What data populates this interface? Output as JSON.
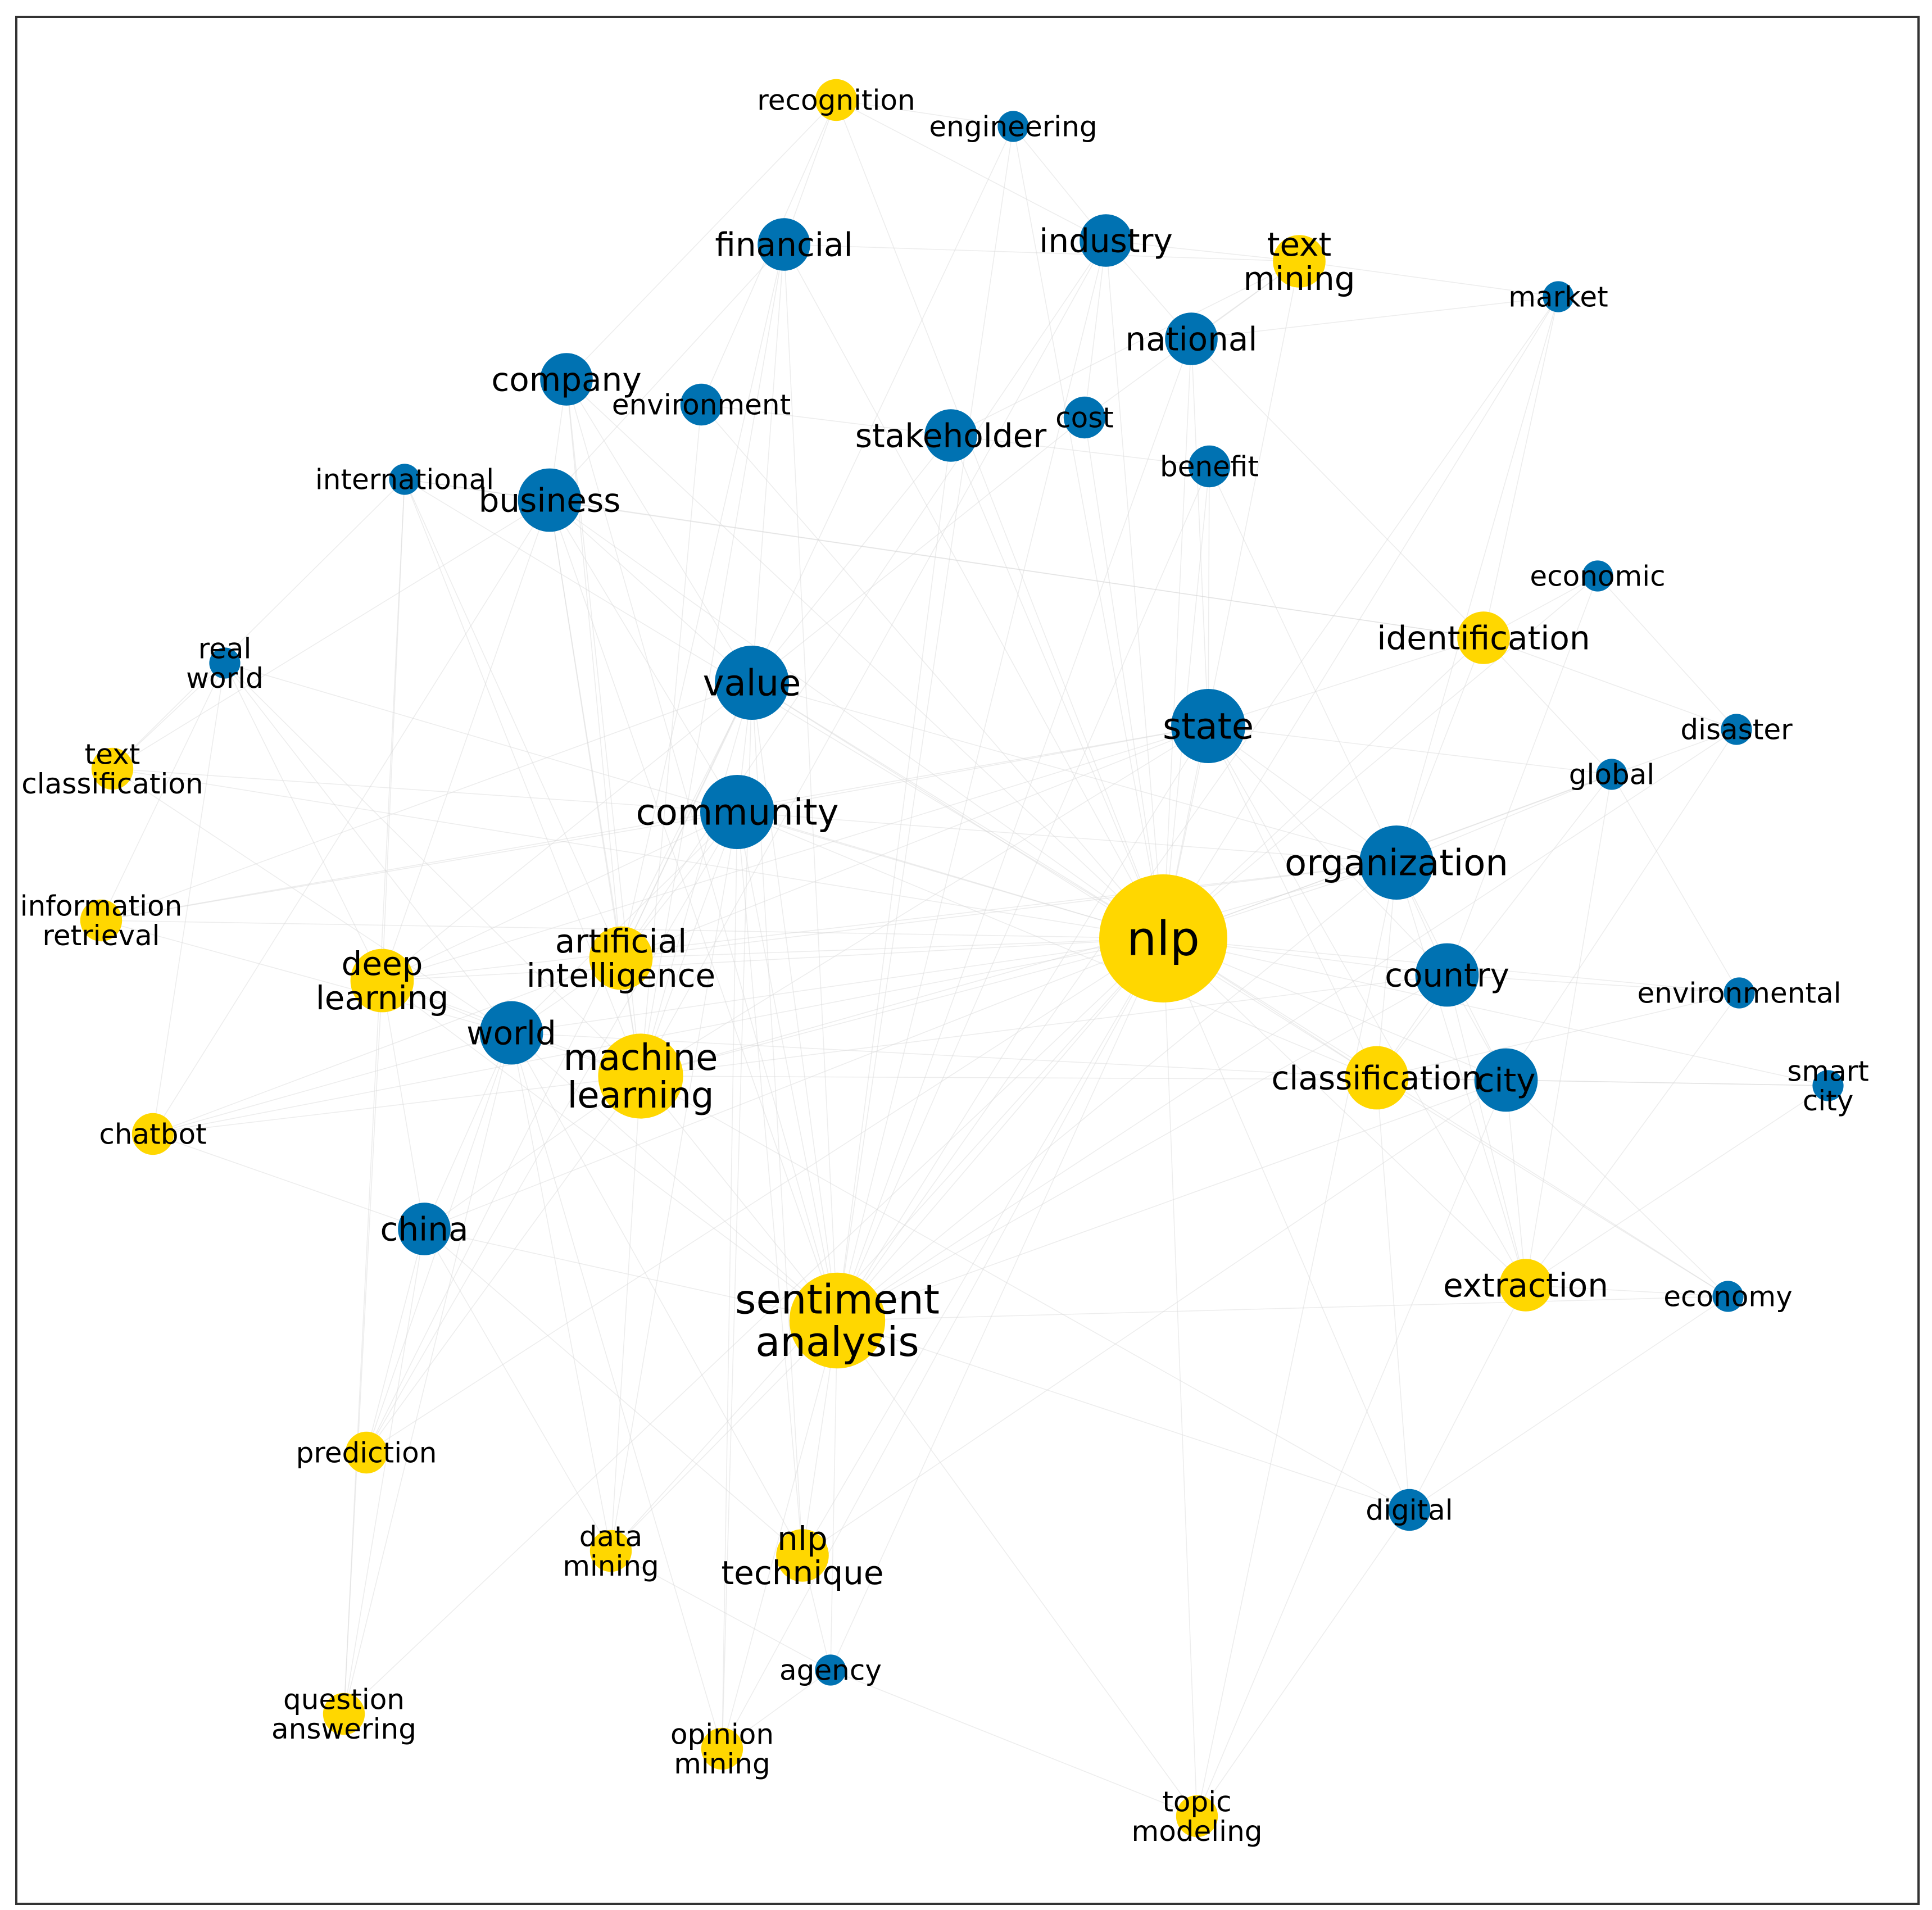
{
  "colors": {
    "industry_term": "#0072B2",
    "nlp_term": "#FFD700",
    "edge": "#d6d6d6",
    "frame": "#333333"
  },
  "nodes": [
    {
      "id": "nlp",
      "lines": [
        "nlp"
      ],
      "group": "nlp_term",
      "weight": 10
    },
    {
      "id": "sentiment-analysis",
      "lines": [
        "sentiment",
        "analysis"
      ],
      "group": "nlp_term",
      "weight": 7
    },
    {
      "id": "machine-learning",
      "lines": [
        "machine",
        "learning"
      ],
      "group": "nlp_term",
      "weight": 6
    },
    {
      "id": "artificial-intelligence",
      "lines": [
        "artificial",
        "intelligence"
      ],
      "group": "nlp_term",
      "weight": 4
    },
    {
      "id": "deep-learning",
      "lines": [
        "deep",
        "learning"
      ],
      "group": "nlp_term",
      "weight": 4
    },
    {
      "id": "classification",
      "lines": [
        "classification"
      ],
      "group": "nlp_term",
      "weight": 4
    },
    {
      "id": "identification",
      "lines": [
        "identification"
      ],
      "group": "nlp_term",
      "weight": 3
    },
    {
      "id": "extraction",
      "lines": [
        "extraction"
      ],
      "group": "nlp_term",
      "weight": 3
    },
    {
      "id": "text-mining",
      "lines": [
        "text",
        "mining"
      ],
      "group": "nlp_term",
      "weight": 3
    },
    {
      "id": "nlp-technique",
      "lines": [
        "nlp",
        "technique"
      ],
      "group": "nlp_term",
      "weight": 3
    },
    {
      "id": "recognition",
      "lines": [
        "recognition"
      ],
      "group": "nlp_term",
      "weight": 2
    },
    {
      "id": "text-classification",
      "lines": [
        "text",
        "classification"
      ],
      "group": "nlp_term",
      "weight": 2
    },
    {
      "id": "information-retrieval",
      "lines": [
        "information",
        "retrieval"
      ],
      "group": "nlp_term",
      "weight": 2
    },
    {
      "id": "chatbot",
      "lines": [
        "chatbot"
      ],
      "group": "nlp_term",
      "weight": 2
    },
    {
      "id": "prediction",
      "lines": [
        "prediction"
      ],
      "group": "nlp_term",
      "weight": 2
    },
    {
      "id": "data-mining",
      "lines": [
        "data",
        "mining"
      ],
      "group": "nlp_term",
      "weight": 2
    },
    {
      "id": "question-answering",
      "lines": [
        "question",
        "answering"
      ],
      "group": "nlp_term",
      "weight": 2
    },
    {
      "id": "opinion-mining",
      "lines": [
        "opinion",
        "mining"
      ],
      "group": "nlp_term",
      "weight": 2
    },
    {
      "id": "topic-modeling",
      "lines": [
        "topic",
        "modeling"
      ],
      "group": "nlp_term",
      "weight": 2
    },
    {
      "id": "organization",
      "lines": [
        "organization"
      ],
      "group": "industry_term",
      "weight": 5
    },
    {
      "id": "community",
      "lines": [
        "community"
      ],
      "group": "industry_term",
      "weight": 5
    },
    {
      "id": "value",
      "lines": [
        "value"
      ],
      "group": "industry_term",
      "weight": 5
    },
    {
      "id": "state",
      "lines": [
        "state"
      ],
      "group": "industry_term",
      "weight": 5
    },
    {
      "id": "country",
      "lines": [
        "country"
      ],
      "group": "industry_term",
      "weight": 4
    },
    {
      "id": "city",
      "lines": [
        "city"
      ],
      "group": "industry_term",
      "weight": 4
    },
    {
      "id": "world",
      "lines": [
        "world"
      ],
      "group": "industry_term",
      "weight": 4
    },
    {
      "id": "business",
      "lines": [
        "business"
      ],
      "group": "industry_term",
      "weight": 4
    },
    {
      "id": "china",
      "lines": [
        "china"
      ],
      "group": "industry_term",
      "weight": 3
    },
    {
      "id": "company",
      "lines": [
        "company"
      ],
      "group": "industry_term",
      "weight": 3
    },
    {
      "id": "financial",
      "lines": [
        "financial"
      ],
      "group": "industry_term",
      "weight": 3
    },
    {
      "id": "industry",
      "lines": [
        "industry"
      ],
      "group": "industry_term",
      "weight": 3
    },
    {
      "id": "national",
      "lines": [
        "national"
      ],
      "group": "industry_term",
      "weight": 3
    },
    {
      "id": "stakeholder",
      "lines": [
        "stakeholder"
      ],
      "group": "industry_term",
      "weight": 3
    },
    {
      "id": "cost",
      "lines": [
        "cost"
      ],
      "group": "industry_term",
      "weight": 2
    },
    {
      "id": "benefit",
      "lines": [
        "benefit"
      ],
      "group": "industry_term",
      "weight": 2
    },
    {
      "id": "environment",
      "lines": [
        "environment"
      ],
      "group": "industry_term",
      "weight": 2
    },
    {
      "id": "digital",
      "lines": [
        "digital"
      ],
      "group": "industry_term",
      "weight": 2
    },
    {
      "id": "engineering",
      "lines": [
        "engineering"
      ],
      "group": "industry_term",
      "weight": 1
    },
    {
      "id": "market",
      "lines": [
        "market"
      ],
      "group": "industry_term",
      "weight": 1
    },
    {
      "id": "international",
      "lines": [
        "international"
      ],
      "group": "industry_term",
      "weight": 1
    },
    {
      "id": "real-world",
      "lines": [
        "real",
        "world"
      ],
      "group": "industry_term",
      "weight": 1
    },
    {
      "id": "economic",
      "lines": [
        "economic"
      ],
      "group": "industry_term",
      "weight": 1
    },
    {
      "id": "disaster",
      "lines": [
        "disaster"
      ],
      "group": "industry_term",
      "weight": 1
    },
    {
      "id": "global",
      "lines": [
        "global"
      ],
      "group": "industry_term",
      "weight": 1
    },
    {
      "id": "environmental",
      "lines": [
        "environmental"
      ],
      "group": "industry_term",
      "weight": 1
    },
    {
      "id": "smart-city",
      "lines": [
        "smart",
        "city"
      ],
      "group": "industry_term",
      "weight": 1
    },
    {
      "id": "economy",
      "lines": [
        "economy"
      ],
      "group": "industry_term",
      "weight": 1
    },
    {
      "id": "agency",
      "lines": [
        "agency"
      ],
      "group": "industry_term",
      "weight": 1
    }
  ],
  "edges": [
    [
      "nlp",
      "sentiment-analysis"
    ],
    [
      "nlp",
      "machine-learning"
    ],
    [
      "nlp",
      "artificial-intelligence"
    ],
    [
      "nlp",
      "deep-learning"
    ],
    [
      "nlp",
      "classification"
    ],
    [
      "nlp",
      "identification"
    ],
    [
      "nlp",
      "extraction"
    ],
    [
      "nlp",
      "text-mining"
    ],
    [
      "nlp",
      "nlp-technique"
    ],
    [
      "nlp",
      "recognition"
    ],
    [
      "nlp",
      "text-classification"
    ],
    [
      "nlp",
      "information-retrieval"
    ],
    [
      "nlp",
      "chatbot"
    ],
    [
      "nlp",
      "prediction"
    ],
    [
      "nlp",
      "data-mining"
    ],
    [
      "nlp",
      "question-answering"
    ],
    [
      "nlp",
      "opinion-mining"
    ],
    [
      "nlp",
      "topic-modeling"
    ],
    [
      "nlp",
      "organization"
    ],
    [
      "nlp",
      "community"
    ],
    [
      "nlp",
      "value"
    ],
    [
      "nlp",
      "state"
    ],
    [
      "nlp",
      "country"
    ],
    [
      "nlp",
      "city"
    ],
    [
      "nlp",
      "world"
    ],
    [
      "nlp",
      "business"
    ],
    [
      "nlp",
      "china"
    ],
    [
      "nlp",
      "company"
    ],
    [
      "nlp",
      "financial"
    ],
    [
      "nlp",
      "industry"
    ],
    [
      "nlp",
      "national"
    ],
    [
      "nlp",
      "stakeholder"
    ],
    [
      "nlp",
      "cost"
    ],
    [
      "nlp",
      "benefit"
    ],
    [
      "nlp",
      "environment"
    ],
    [
      "nlp",
      "digital"
    ],
    [
      "nlp",
      "engineering"
    ],
    [
      "nlp",
      "market"
    ],
    [
      "nlp",
      "international"
    ],
    [
      "nlp",
      "real-world"
    ],
    [
      "nlp",
      "economic"
    ],
    [
      "nlp",
      "disaster"
    ],
    [
      "nlp",
      "global"
    ],
    [
      "nlp",
      "environmental"
    ],
    [
      "nlp",
      "smart-city"
    ],
    [
      "nlp",
      "economy"
    ],
    [
      "nlp",
      "agency"
    ],
    [
      "sentiment-analysis",
      "community"
    ],
    [
      "sentiment-analysis",
      "value"
    ],
    [
      "sentiment-analysis",
      "state"
    ],
    [
      "sentiment-analysis",
      "organization"
    ],
    [
      "sentiment-analysis",
      "country"
    ],
    [
      "sentiment-analysis",
      "city"
    ],
    [
      "sentiment-analysis",
      "world"
    ],
    [
      "sentiment-analysis",
      "business"
    ],
    [
      "sentiment-analysis",
      "china"
    ],
    [
      "sentiment-analysis",
      "company"
    ],
    [
      "sentiment-analysis",
      "financial"
    ],
    [
      "sentiment-analysis",
      "industry"
    ],
    [
      "sentiment-analysis",
      "stakeholder"
    ],
    [
      "sentiment-analysis",
      "national"
    ],
    [
      "sentiment-analysis",
      "benefit"
    ],
    [
      "sentiment-analysis",
      "digital"
    ],
    [
      "sentiment-analysis",
      "agency"
    ],
    [
      "sentiment-analysis",
      "economy"
    ],
    [
      "sentiment-analysis",
      "market"
    ],
    [
      "sentiment-analysis",
      "engineering"
    ],
    [
      "sentiment-analysis",
      "disaster"
    ],
    [
      "sentiment-analysis",
      "opinion-mining"
    ],
    [
      "sentiment-analysis",
      "topic-modeling"
    ],
    [
      "sentiment-analysis",
      "data-mining"
    ],
    [
      "sentiment-analysis",
      "nlp-technique"
    ],
    [
      "sentiment-analysis",
      "machine-learning"
    ],
    [
      "sentiment-analysis",
      "deep-learning"
    ],
    [
      "machine-learning",
      "community"
    ],
    [
      "machine-learning",
      "value"
    ],
    [
      "machine-learning",
      "state"
    ],
    [
      "machine-learning",
      "organization"
    ],
    [
      "machine-learning",
      "country"
    ],
    [
      "machine-learning",
      "city"
    ],
    [
      "machine-learning",
      "world"
    ],
    [
      "machine-learning",
      "business"
    ],
    [
      "machine-learning",
      "china"
    ],
    [
      "machine-learning",
      "company"
    ],
    [
      "machine-learning",
      "financial"
    ],
    [
      "machine-learning",
      "industry"
    ],
    [
      "machine-learning",
      "environment"
    ],
    [
      "machine-learning",
      "international"
    ],
    [
      "machine-learning",
      "real-world"
    ],
    [
      "machine-learning",
      "digital"
    ],
    [
      "machine-learning",
      "prediction"
    ],
    [
      "machine-learning",
      "data-mining"
    ],
    [
      "machine-learning",
      "deep-learning"
    ],
    [
      "machine-learning",
      "artificial-intelligence"
    ],
    [
      "machine-learning",
      "chatbot"
    ],
    [
      "artificial-intelligence",
      "community"
    ],
    [
      "artificial-intelligence",
      "value"
    ],
    [
      "artificial-intelligence",
      "state"
    ],
    [
      "artificial-intelligence",
      "organization"
    ],
    [
      "artificial-intelligence",
      "world"
    ],
    [
      "artificial-intelligence",
      "business"
    ],
    [
      "artificial-intelligence",
      "company"
    ],
    [
      "artificial-intelligence",
      "financial"
    ],
    [
      "artificial-intelligence",
      "industry"
    ],
    [
      "artificial-intelligence",
      "engineering"
    ],
    [
      "artificial-intelligence",
      "international"
    ],
    [
      "artificial-intelligence",
      "chatbot"
    ],
    [
      "deep-learning",
      "world"
    ],
    [
      "deep-learning",
      "business"
    ],
    [
      "deep-learning",
      "community"
    ],
    [
      "deep-learning",
      "value"
    ],
    [
      "deep-learning",
      "international"
    ],
    [
      "deep-learning",
      "real-world"
    ],
    [
      "deep-learning",
      "china"
    ],
    [
      "deep-learning",
      "organization"
    ],
    [
      "deep-learning",
      "state"
    ],
    [
      "classification",
      "organization"
    ],
    [
      "classification",
      "country"
    ],
    [
      "classification",
      "city"
    ],
    [
      "classification",
      "state"
    ],
    [
      "classification",
      "community"
    ],
    [
      "classification",
      "global"
    ],
    [
      "classification",
      "environmental"
    ],
    [
      "classification",
      "smart-city"
    ],
    [
      "classification",
      "economy"
    ],
    [
      "classification",
      "digital"
    ],
    [
      "classification",
      "value"
    ],
    [
      "classification",
      "world"
    ],
    [
      "identification",
      "state"
    ],
    [
      "identification",
      "organization"
    ],
    [
      "identification",
      "economic"
    ],
    [
      "identification",
      "market"
    ],
    [
      "identification",
      "international"
    ],
    [
      "identification",
      "business"
    ],
    [
      "identification",
      "national"
    ],
    [
      "identification",
      "global"
    ],
    [
      "identification",
      "disaster"
    ],
    [
      "extraction",
      "city"
    ],
    [
      "extraction",
      "country"
    ],
    [
      "extraction",
      "organization"
    ],
    [
      "extraction",
      "economy"
    ],
    [
      "extraction",
      "global"
    ],
    [
      "extraction",
      "state"
    ],
    [
      "extraction",
      "digital"
    ],
    [
      "extraction",
      "environmental"
    ],
    [
      "extraction",
      "smart-city"
    ],
    [
      "text-mining",
      "industry"
    ],
    [
      "text-mining",
      "national"
    ],
    [
      "text-mining",
      "market"
    ],
    [
      "text-mining",
      "stakeholder"
    ],
    [
      "text-mining",
      "cost"
    ],
    [
      "text-mining",
      "financial"
    ],
    [
      "nlp-technique",
      "agency"
    ],
    [
      "nlp-technique",
      "community"
    ],
    [
      "nlp-technique",
      "value"
    ],
    [
      "nlp-technique",
      "world"
    ],
    [
      "nlp-technique",
      "china"
    ],
    [
      "nlp-technique",
      "city"
    ],
    [
      "recognition",
      "engineering"
    ],
    [
      "recognition",
      "financial"
    ],
    [
      "recognition",
      "industry"
    ],
    [
      "recognition",
      "company"
    ],
    [
      "recognition",
      "environment"
    ],
    [
      "text-classification",
      "real-world"
    ],
    [
      "text-classification",
      "international"
    ],
    [
      "text-classification",
      "business"
    ],
    [
      "text-classification",
      "world"
    ],
    [
      "text-classification",
      "community"
    ],
    [
      "information-retrieval",
      "real-world"
    ],
    [
      "information-retrieval",
      "world"
    ],
    [
      "information-retrieval",
      "value"
    ],
    [
      "information-retrieval",
      "community"
    ],
    [
      "information-retrieval",
      "state"
    ],
    [
      "chatbot",
      "world"
    ],
    [
      "chatbot",
      "business"
    ],
    [
      "chatbot",
      "real-world"
    ],
    [
      "chatbot",
      "china"
    ],
    [
      "prediction",
      "china"
    ],
    [
      "prediction",
      "world"
    ],
    [
      "prediction",
      "community"
    ],
    [
      "prediction",
      "value"
    ],
    [
      "data-mining",
      "china"
    ],
    [
      "data-mining",
      "world"
    ],
    [
      "data-mining",
      "community"
    ],
    [
      "data-mining",
      "agency"
    ],
    [
      "question-answering",
      "china"
    ],
    [
      "question-answering",
      "deep-learning"
    ],
    [
      "question-answering",
      "world"
    ],
    [
      "question-answering",
      "international"
    ],
    [
      "opinion-mining",
      "community"
    ],
    [
      "opinion-mining",
      "agency"
    ],
    [
      "opinion-mining",
      "value"
    ],
    [
      "opinion-mining",
      "world"
    ],
    [
      "topic-modeling",
      "digital"
    ],
    [
      "topic-modeling",
      "city"
    ],
    [
      "topic-modeling",
      "organization"
    ],
    [
      "topic-modeling",
      "agency"
    ],
    [
      "organization",
      "state"
    ],
    [
      "organization",
      "country"
    ],
    [
      "organization",
      "city"
    ],
    [
      "organization",
      "community"
    ],
    [
      "organization",
      "value"
    ],
    [
      "organization",
      "benefit"
    ],
    [
      "organization",
      "global"
    ],
    [
      "organization",
      "market"
    ],
    [
      "community",
      "value"
    ],
    [
      "community",
      "state"
    ],
    [
      "community",
      "world"
    ],
    [
      "community",
      "business"
    ],
    [
      "value",
      "business"
    ],
    [
      "value",
      "company"
    ],
    [
      "value",
      "stakeholder"
    ],
    [
      "value",
      "cost"
    ],
    [
      "value",
      "financial"
    ],
    [
      "state",
      "national"
    ],
    [
      "state",
      "country"
    ],
    [
      "state",
      "benefit"
    ],
    [
      "state",
      "global"
    ],
    [
      "country",
      "city"
    ],
    [
      "country",
      "economic"
    ],
    [
      "country",
      "environmental"
    ],
    [
      "city",
      "smart-city"
    ],
    [
      "city",
      "disaster"
    ],
    [
      "city",
      "economy"
    ],
    [
      "business",
      "company"
    ],
    [
      "business",
      "international"
    ],
    [
      "business",
      "financial"
    ],
    [
      "world",
      "china"
    ],
    [
      "world",
      "real-world"
    ],
    [
      "industry",
      "engineering"
    ],
    [
      "industry",
      "national"
    ],
    [
      "industry",
      "cost"
    ],
    [
      "stakeholder",
      "environment"
    ],
    [
      "stakeholder",
      "benefit"
    ],
    [
      "national",
      "market"
    ],
    [
      "economic",
      "disaster"
    ],
    [
      "global",
      "environmental"
    ],
    [
      "digital",
      "economy"
    ]
  ]
}
